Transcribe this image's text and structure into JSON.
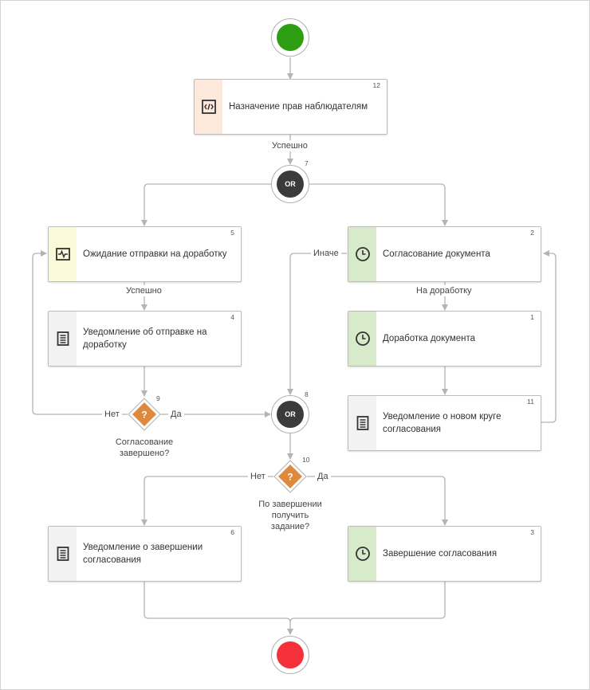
{
  "colors": {
    "start": "#2e9e12",
    "end": "#f4303a",
    "or_gateway": "#3b3b3b",
    "condition": "#de8a3e",
    "strip_script": "#fde8dc",
    "strip_wait": "#fafad8",
    "strip_task": "#d7ebcb",
    "strip_notify": "#f2f2f2",
    "connector": "#b4b4b4"
  },
  "events": {
    "start": {
      "icon": "start-event-icon"
    },
    "end": {
      "icon": "end-event-icon"
    }
  },
  "nodes": {
    "assign_rights": {
      "num": "12",
      "label": "Назначение прав наблюдателям",
      "icon": "code-icon",
      "kind": "script"
    },
    "wait_send": {
      "num": "5",
      "label": "Ожидание отправки на доработку",
      "icon": "activity-icon",
      "kind": "wait"
    },
    "notify_sent": {
      "num": "4",
      "label": "Уведомление об отправке на доработку",
      "icon": "document-icon",
      "kind": "notification"
    },
    "approve_doc": {
      "num": "2",
      "label": "Согласование документа",
      "icon": "clock-icon",
      "kind": "task"
    },
    "rework_doc": {
      "num": "1",
      "label": "Доработка документа",
      "icon": "clock-icon",
      "kind": "task"
    },
    "notify_new_round": {
      "num": "11",
      "label": "Уведомление о новом круге согласования",
      "icon": "document-icon",
      "kind": "notification"
    },
    "notify_finish": {
      "num": "6",
      "label": "Уведомление о завершении согласования",
      "icon": "document-icon",
      "kind": "notification"
    },
    "finish_approval": {
      "num": "3",
      "label": "Завершение согласования",
      "icon": "clock-icon",
      "kind": "task"
    }
  },
  "gateways": {
    "or_top": {
      "num": "7",
      "label": "OR"
    },
    "or_mid": {
      "num": "8",
      "label": "OR"
    },
    "cond_approval_done": {
      "num": "9",
      "symbol": "?",
      "caption": [
        "Согласование",
        "завершено?"
      ]
    },
    "cond_get_task": {
      "num": "10",
      "symbol": "?",
      "caption": [
        "По завершении",
        "получить",
        "задание?"
      ]
    }
  },
  "edge_labels": {
    "success_top": "Успешно",
    "success_left": "Успешно",
    "otherwise": "Иначе",
    "to_rework": "На доработку",
    "no_left": "Нет",
    "yes_left": "Да",
    "no_bottom": "Нет",
    "yes_bottom": "Да"
  }
}
